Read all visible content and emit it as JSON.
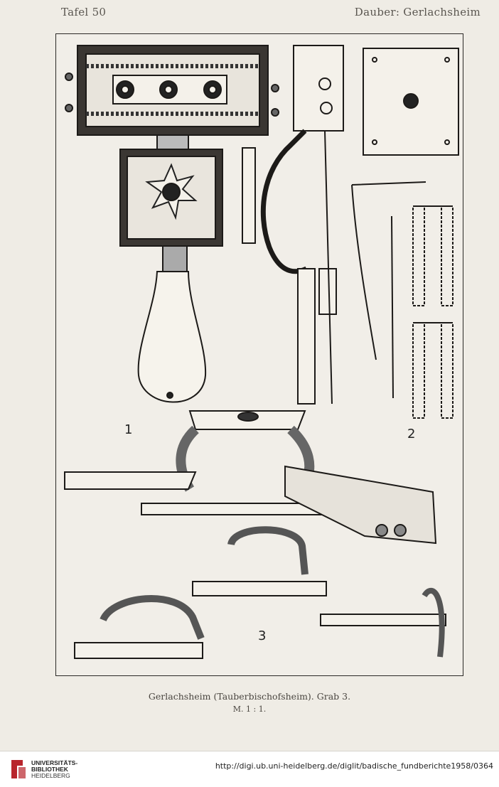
{
  "header": {
    "left": "Tafel 50",
    "right": "Dauber: Gerlachsheim"
  },
  "figures": {
    "fig1_number": "1",
    "fig2_number": "2",
    "fig3_number": "3"
  },
  "caption": {
    "line1": "Gerlachsheim (Tauberbischofsheim). Grab 3.",
    "line2": "M. 1 : 1."
  },
  "footer": {
    "library_line1": "UNIVERSITÄTS-",
    "library_line2": "BIBLIOTHEK",
    "library_line3": "HEIDELBERG",
    "url": "http://digi.ub.uni-heidelberg.de/diglit/badische_fundberichte1958/0364",
    "logo_icon": "heidelberg-library-logo-icon",
    "logo_color": "#b8252c"
  }
}
